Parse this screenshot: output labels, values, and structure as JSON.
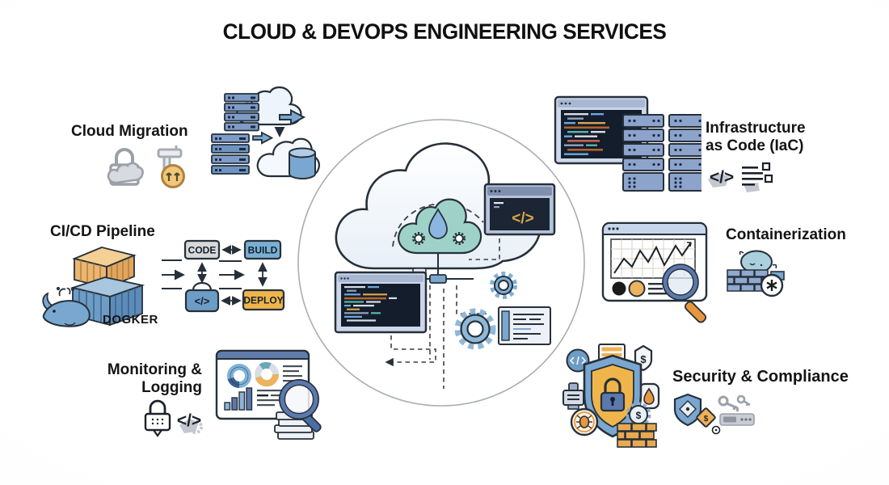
{
  "title": "CLOUD & DEVOPS ENGINEERING SERVICES",
  "hub": {
    "code_glyph": "</>"
  },
  "services": {
    "cloud_migration": {
      "label": "Cloud Migration"
    },
    "cicd_pipeline": {
      "label": "CI/CD Pipeline",
      "whale_label": "DOGKER",
      "steps": {
        "code": "CODE",
        "build": "BUILD",
        "deploy": "DEPLOY",
        "commit_glyph": "</>"
      }
    },
    "monitoring_logging": {
      "label_line1": "Monitoring &",
      "label_line2": "Logging",
      "code_glyph": "</>"
    },
    "infrastructure_as_code": {
      "label_line1": "Infrastructure",
      "label_line2": "as Code (IaC)",
      "code_glyph": "</>"
    },
    "containerization": {
      "label": "Containerization"
    },
    "security_compliance": {
      "label": "Security & Compliance",
      "badge_dollar": "$"
    }
  },
  "colors": {
    "outline": "#26303a",
    "blue": "#6f9ecb",
    "blue_light": "#8fb3d6",
    "blue_steel": "#5b79ad",
    "orange": "#f0b054",
    "orange_deep": "#e8973f",
    "teal": "#93cfc6",
    "window_frame": "#ccd7ea",
    "terminal_bg": "#141e2c",
    "gray_icon": "#c3c7cf"
  }
}
